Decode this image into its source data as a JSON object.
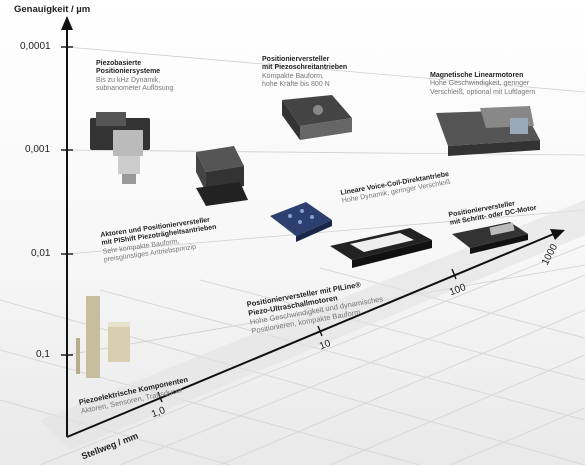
{
  "y_axis": {
    "title": "Genauigkeit / µm",
    "ticks": [
      "0,0001",
      "0,001",
      "0,01",
      "0,1"
    ]
  },
  "x_axis": {
    "title": "Stellweg / mm",
    "ticks": [
      "1,0",
      "10",
      "100",
      "1000"
    ]
  },
  "categories": [
    {
      "title1": "Piezobasierte",
      "title2": "Positioniersysteme",
      "desc1": "Bis zu kHz Dynamik,",
      "desc2": "subnanometer Auflösung"
    },
    {
      "title1": "Positionierversteller",
      "title2": "mit Piezoschreitantrieben",
      "desc1": "Kompakte Bauform,",
      "desc2": "hohe Kräfte bis 800 N"
    },
    {
      "title1": "Magnetische Linearmotoren",
      "desc1": "Hohe Geschwindigkeit, geringer",
      "desc2": "Verschleiß, optional mit Luftlagern"
    },
    {
      "title1": "Aktoren und Positionierversteller",
      "title2": "mit PIShift Piezoträgheitsantrieben",
      "desc1": "Sehr kompakte Bauform,",
      "desc2": "preisgünstiges Antriebsprinzip"
    },
    {
      "title1": "Lineare Voice-Coil-Direktantriebe",
      "desc1": "Hohe Dynamik, geringer Verschleiß"
    },
    {
      "title1": "Positionierversteller",
      "title2": "mit Schritt- oder DC-Motor"
    },
    {
      "title1": "Positionierversteller mit PILine®",
      "title2": "Piezo-Ultraschallmotoren",
      "desc1": "Hohe Geschwindigkeit und dynamisches",
      "desc2": "Positionieren, kompakte Bauform"
    },
    {
      "title1": "Piezoelektrische Komponenten",
      "desc1": "Aktoren, Sensoren, Transducer"
    }
  ]
}
